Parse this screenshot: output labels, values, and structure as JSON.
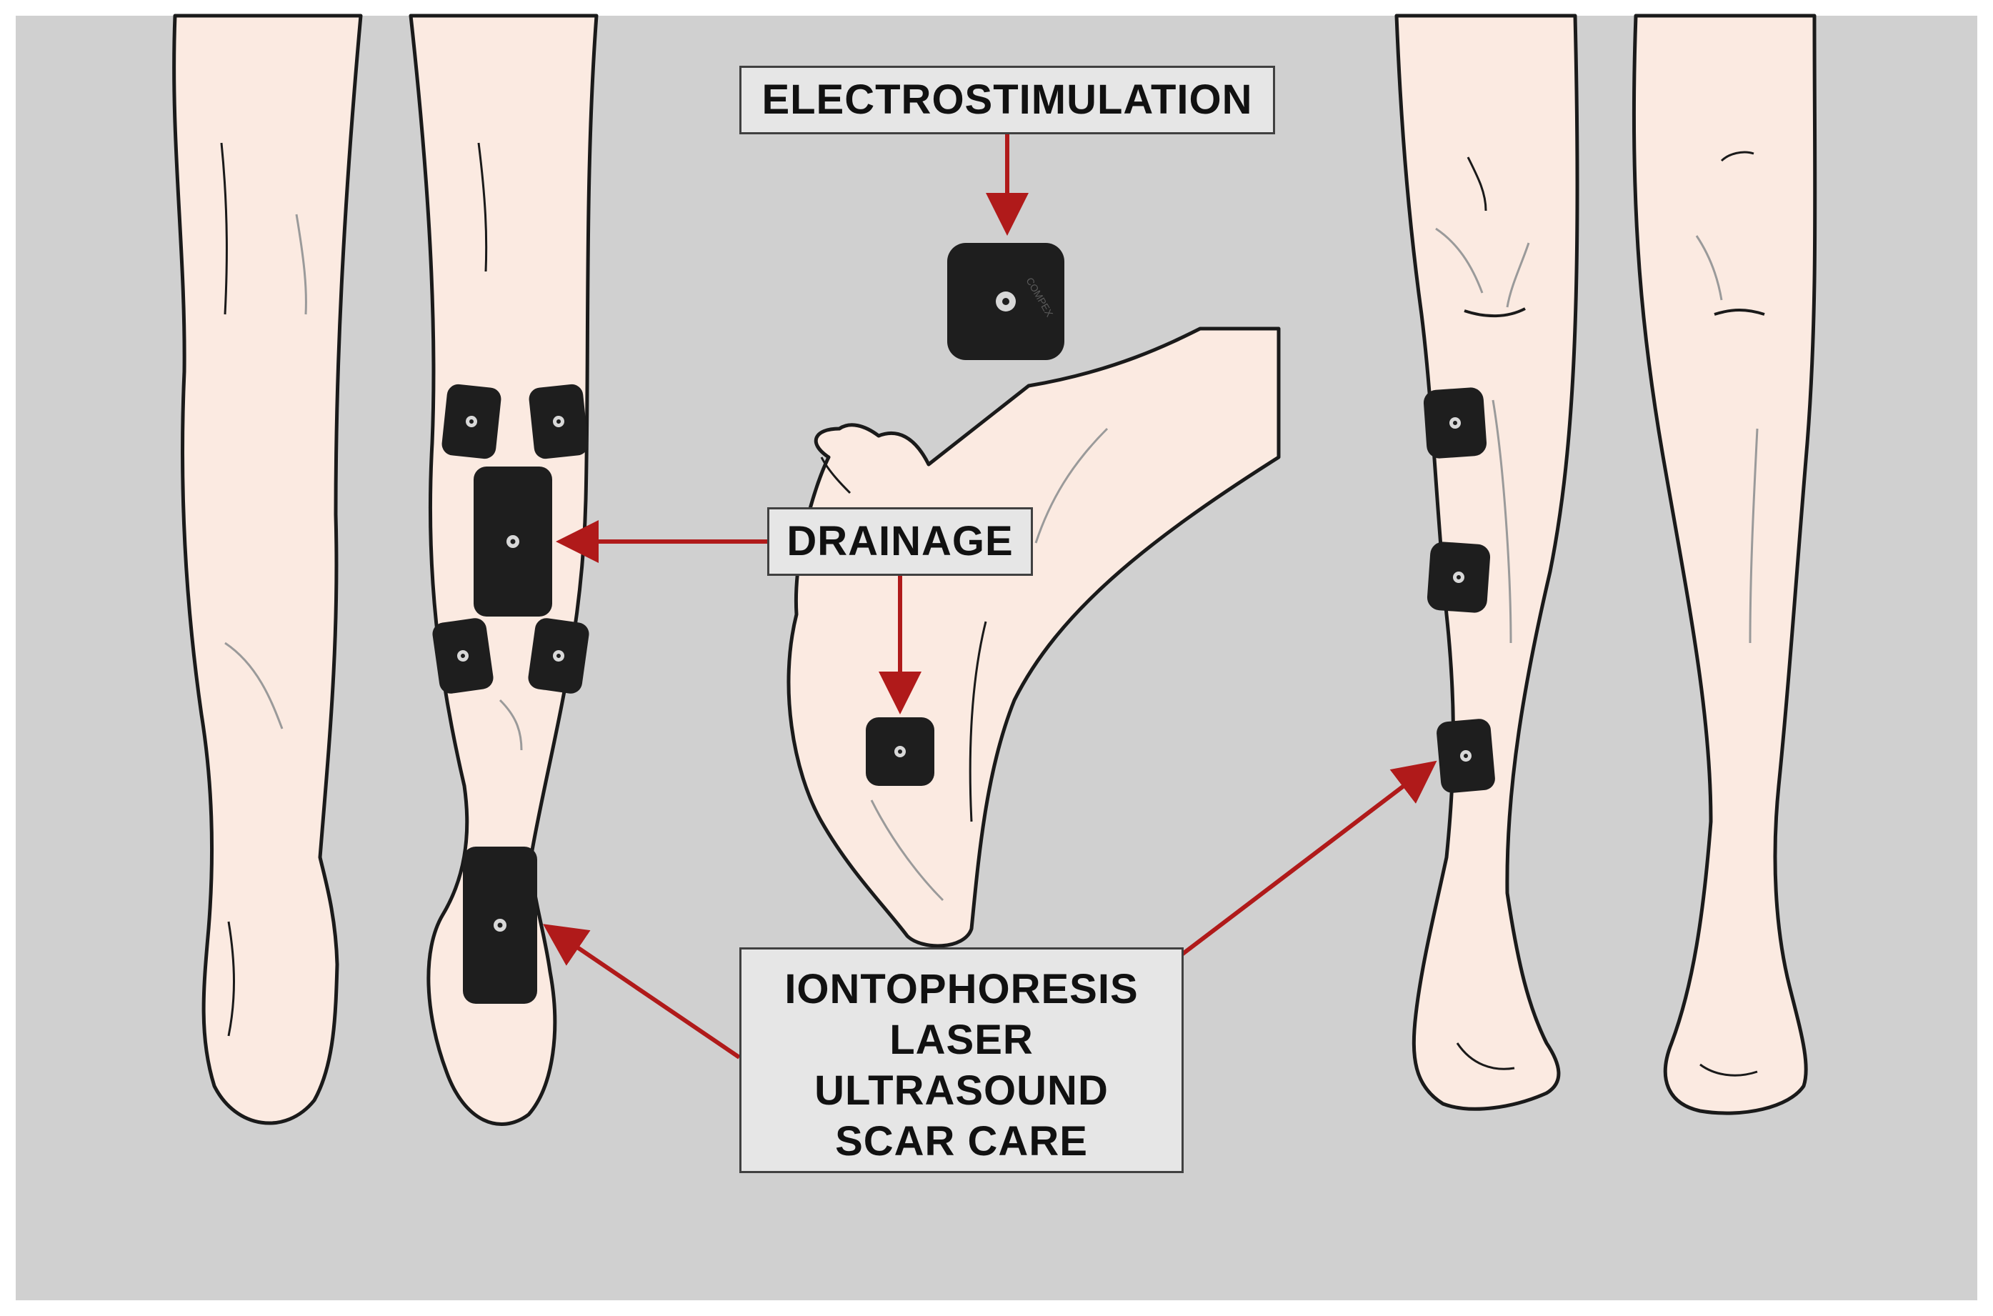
{
  "colors": {
    "background": "#d0d0d0",
    "skin": "#fbeae1",
    "skin_outline": "#1a1a1a",
    "electrode": "#1e1e1e",
    "electrode_snap": "#d8d8d8",
    "arrow": "#b01a1a",
    "label_fill": "#e6e6e6",
    "label_border": "#404040"
  },
  "labels": {
    "electrostimulation": "ELECTROSTIMULATION",
    "drainage": "DRAINAGE",
    "therapies": [
      "IONTOPHORESIS",
      "LASER",
      "ULTRASOUND",
      "SCAR CARE"
    ]
  },
  "electrode_brand": "COMPEX",
  "illustrations": {
    "left": "legs-posterior-view",
    "center": "foot-plantar-view",
    "right": "legs-anterior-view"
  }
}
